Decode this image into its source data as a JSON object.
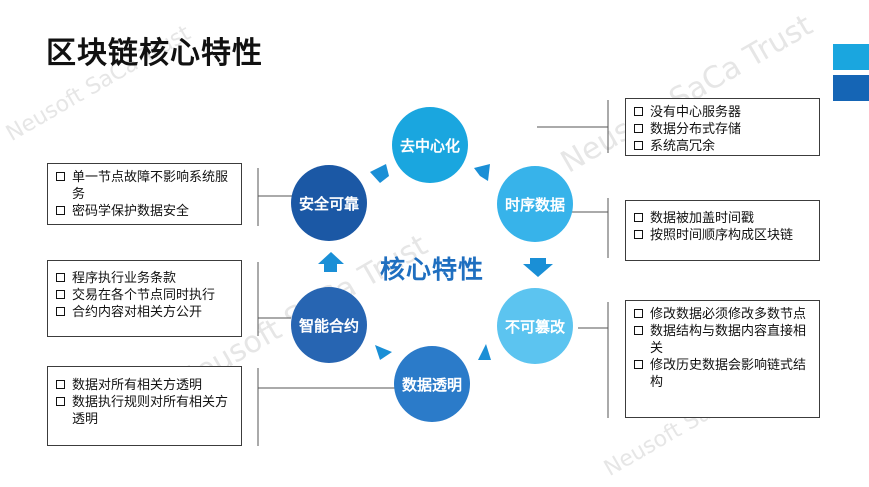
{
  "title": "区块链核心特性",
  "center_label": "核心特性",
  "watermark": "Neusoft SaCa Trust",
  "colors": {
    "accent_top": "#1aa6df",
    "accent_bottom": "#1565b5",
    "center_text": "#1f6fc0",
    "arrow": "#1a8fd6"
  },
  "nodes": [
    {
      "label": "去中心化",
      "color": "#1aa6df"
    },
    {
      "label": "时序数据",
      "color": "#37b3ea"
    },
    {
      "label": "不可篡改",
      "color": "#5cc4f0"
    },
    {
      "label": "数据透明",
      "color": "#2b7bc9"
    },
    {
      "label": "智能合约",
      "color": "#2765b2"
    },
    {
      "label": "安全可靠",
      "color": "#1b58a5"
    }
  ],
  "boxes": {
    "decentralized": [
      "没有中心服务器",
      "数据分布式存储",
      "系统高冗余"
    ],
    "timeseries": [
      "数据被加盖时间戳",
      "按照时间顺序构成区块链"
    ],
    "immutable": [
      "修改数据必须修改多数节点",
      "数据结构与数据内容直接相关",
      "修改历史数据会影响链式结构"
    ],
    "security": [
      "单一节点故障不影响系统服务",
      "密码学保护数据安全"
    ],
    "smart_contract": [
      "程序执行业务条款",
      "交易在各个节点同时执行",
      "合约内容对相关方公开"
    ],
    "transparency": [
      "数据对所有相关方透明",
      "数据执行规则对所有相关方透明"
    ]
  }
}
